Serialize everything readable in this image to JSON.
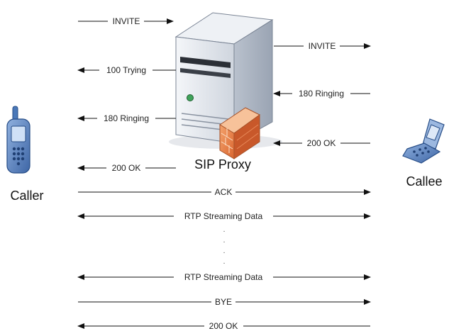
{
  "participants": {
    "caller": "Caller",
    "callee": "Callee",
    "proxy": "SIP Proxy"
  },
  "messages": [
    {
      "id": "m1",
      "label": "INVITE",
      "from": "caller",
      "to": "proxy"
    },
    {
      "id": "m2",
      "label": "INVITE",
      "from": "proxy",
      "to": "callee"
    },
    {
      "id": "m3",
      "label": "100 Trying",
      "from": "proxy",
      "to": "caller"
    },
    {
      "id": "m4",
      "label": "180 Ringing",
      "from": "callee",
      "to": "proxy"
    },
    {
      "id": "m5",
      "label": "180 Ringing",
      "from": "proxy",
      "to": "caller"
    },
    {
      "id": "m6",
      "label": "200 OK",
      "from": "callee",
      "to": "proxy"
    },
    {
      "id": "m7",
      "label": "200 OK",
      "from": "proxy",
      "to": "caller"
    },
    {
      "id": "m8",
      "label": "ACK",
      "from": "caller",
      "to": "callee"
    },
    {
      "id": "m9",
      "label": "RTP Streaming Data",
      "from": "both",
      "to": "both"
    },
    {
      "id": "m10",
      "label": "RTP Streaming Data",
      "from": "both",
      "to": "both"
    },
    {
      "id": "m11",
      "label": "BYE",
      "from": "caller",
      "to": "callee"
    },
    {
      "id": "m12",
      "label": "200 OK",
      "from": "callee",
      "to": "caller"
    }
  ],
  "continuation": ".",
  "colors": {
    "line": "#111111",
    "server_body": "#dfe3ea",
    "firewall": "#e8824a",
    "phone_blue": "#4a78b8"
  }
}
